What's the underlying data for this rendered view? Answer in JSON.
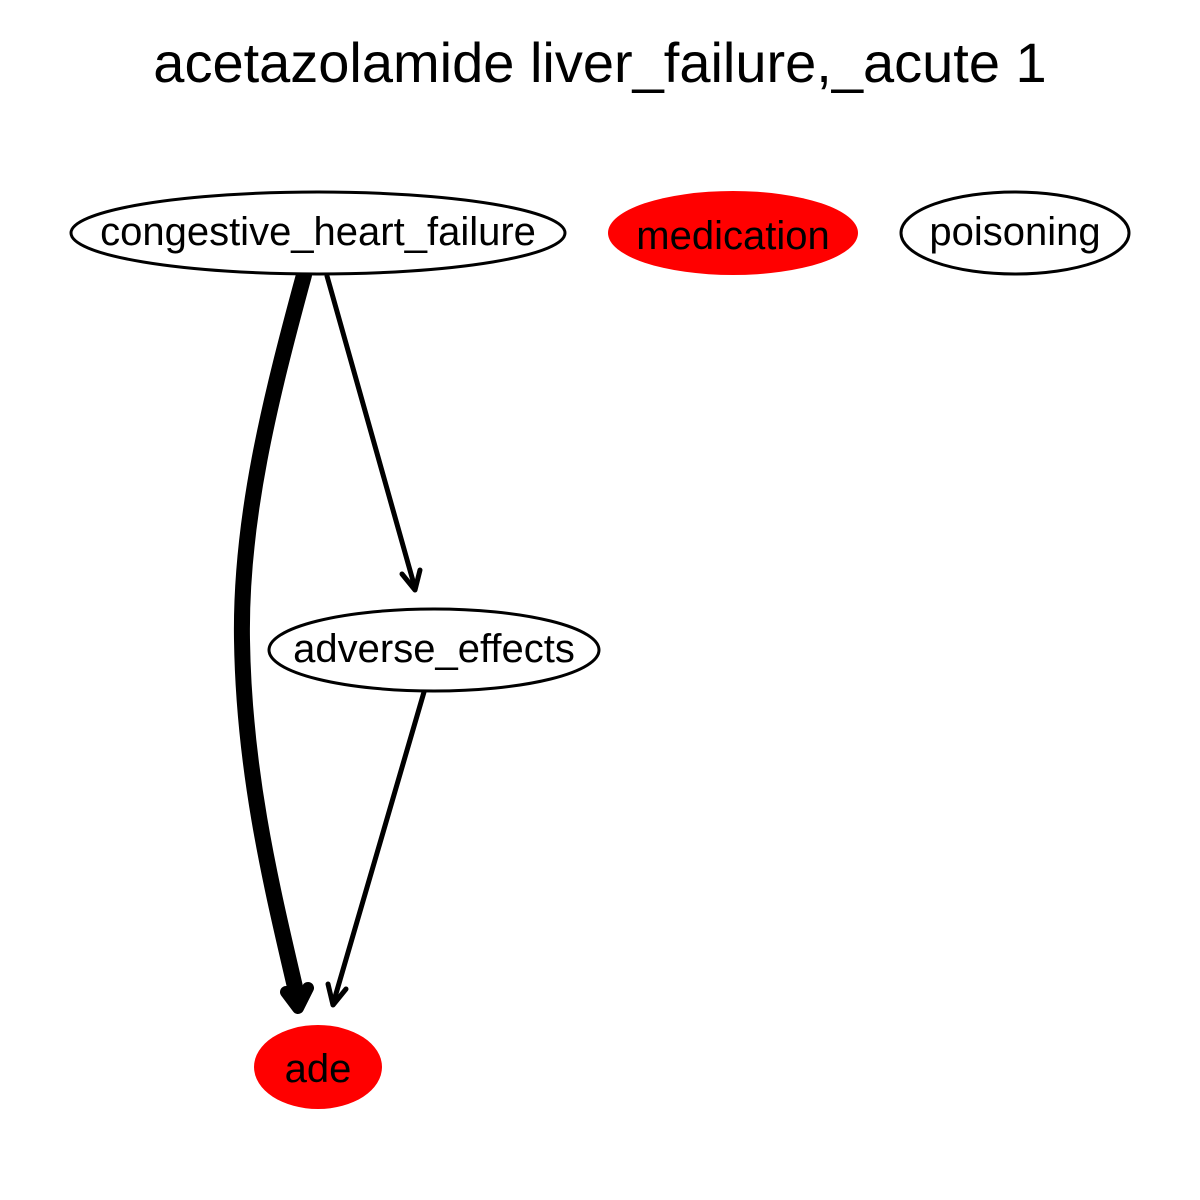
{
  "title": "acetazolamide liver_failure,_acute 1",
  "colors": {
    "highlight_fill": "#ff0000",
    "plain_fill": "#ffffff",
    "stroke": "#000000"
  },
  "nodes": [
    {
      "id": "congestive_heart_failure",
      "label": "congestive_heart_failure",
      "highlighted": false
    },
    {
      "id": "medication",
      "label": "medication",
      "highlighted": true
    },
    {
      "id": "poisoning",
      "label": "poisoning",
      "highlighted": false
    },
    {
      "id": "adverse_effects",
      "label": "adverse_effects",
      "highlighted": false
    },
    {
      "id": "ade",
      "label": "ade",
      "highlighted": true
    }
  ],
  "edges": [
    {
      "from": "congestive_heart_failure",
      "to": "ade",
      "weight": "heavy"
    },
    {
      "from": "congestive_heart_failure",
      "to": "adverse_effects",
      "weight": "normal"
    },
    {
      "from": "adverse_effects",
      "to": "ade",
      "weight": "normal"
    }
  ]
}
